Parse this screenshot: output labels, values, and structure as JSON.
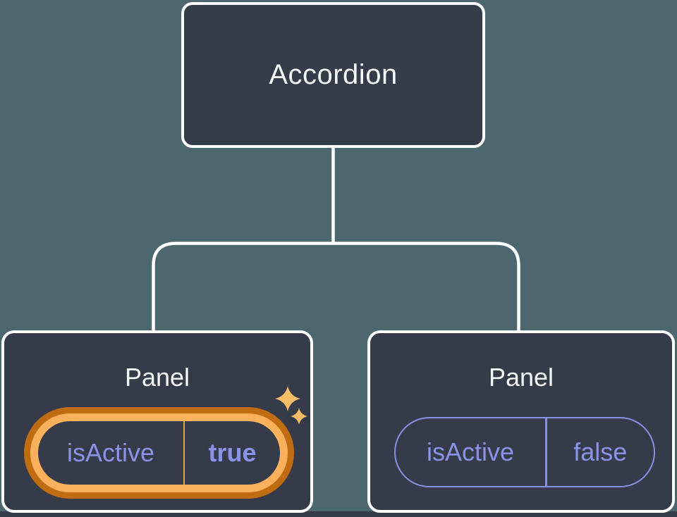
{
  "diagram": {
    "root": {
      "label": "Accordion"
    },
    "panels": [
      {
        "label": "Panel",
        "state_key": "isActive",
        "state_value": "true",
        "highlighted": true
      },
      {
        "label": "Panel",
        "state_key": "isActive",
        "state_value": "false",
        "highlighted": false
      }
    ]
  },
  "icons": {
    "sparkles": "sparkle-icon"
  },
  "colors": {
    "page_background": "#4d676e",
    "node_fill": "#353b48",
    "node_border": "#ffffff",
    "connector_line": "#ffffff",
    "label_text": "#f6f7f9",
    "state_purple": "#8b93e8",
    "pill_border_purple": "#8791e3",
    "highlight_ring_outer": "#c06c12",
    "highlight_ring_inner": "#fbb15c",
    "highlight_divider": "#e2a14b",
    "sparkle": "#f9bd68",
    "bottom_strip": "#353b48"
  }
}
